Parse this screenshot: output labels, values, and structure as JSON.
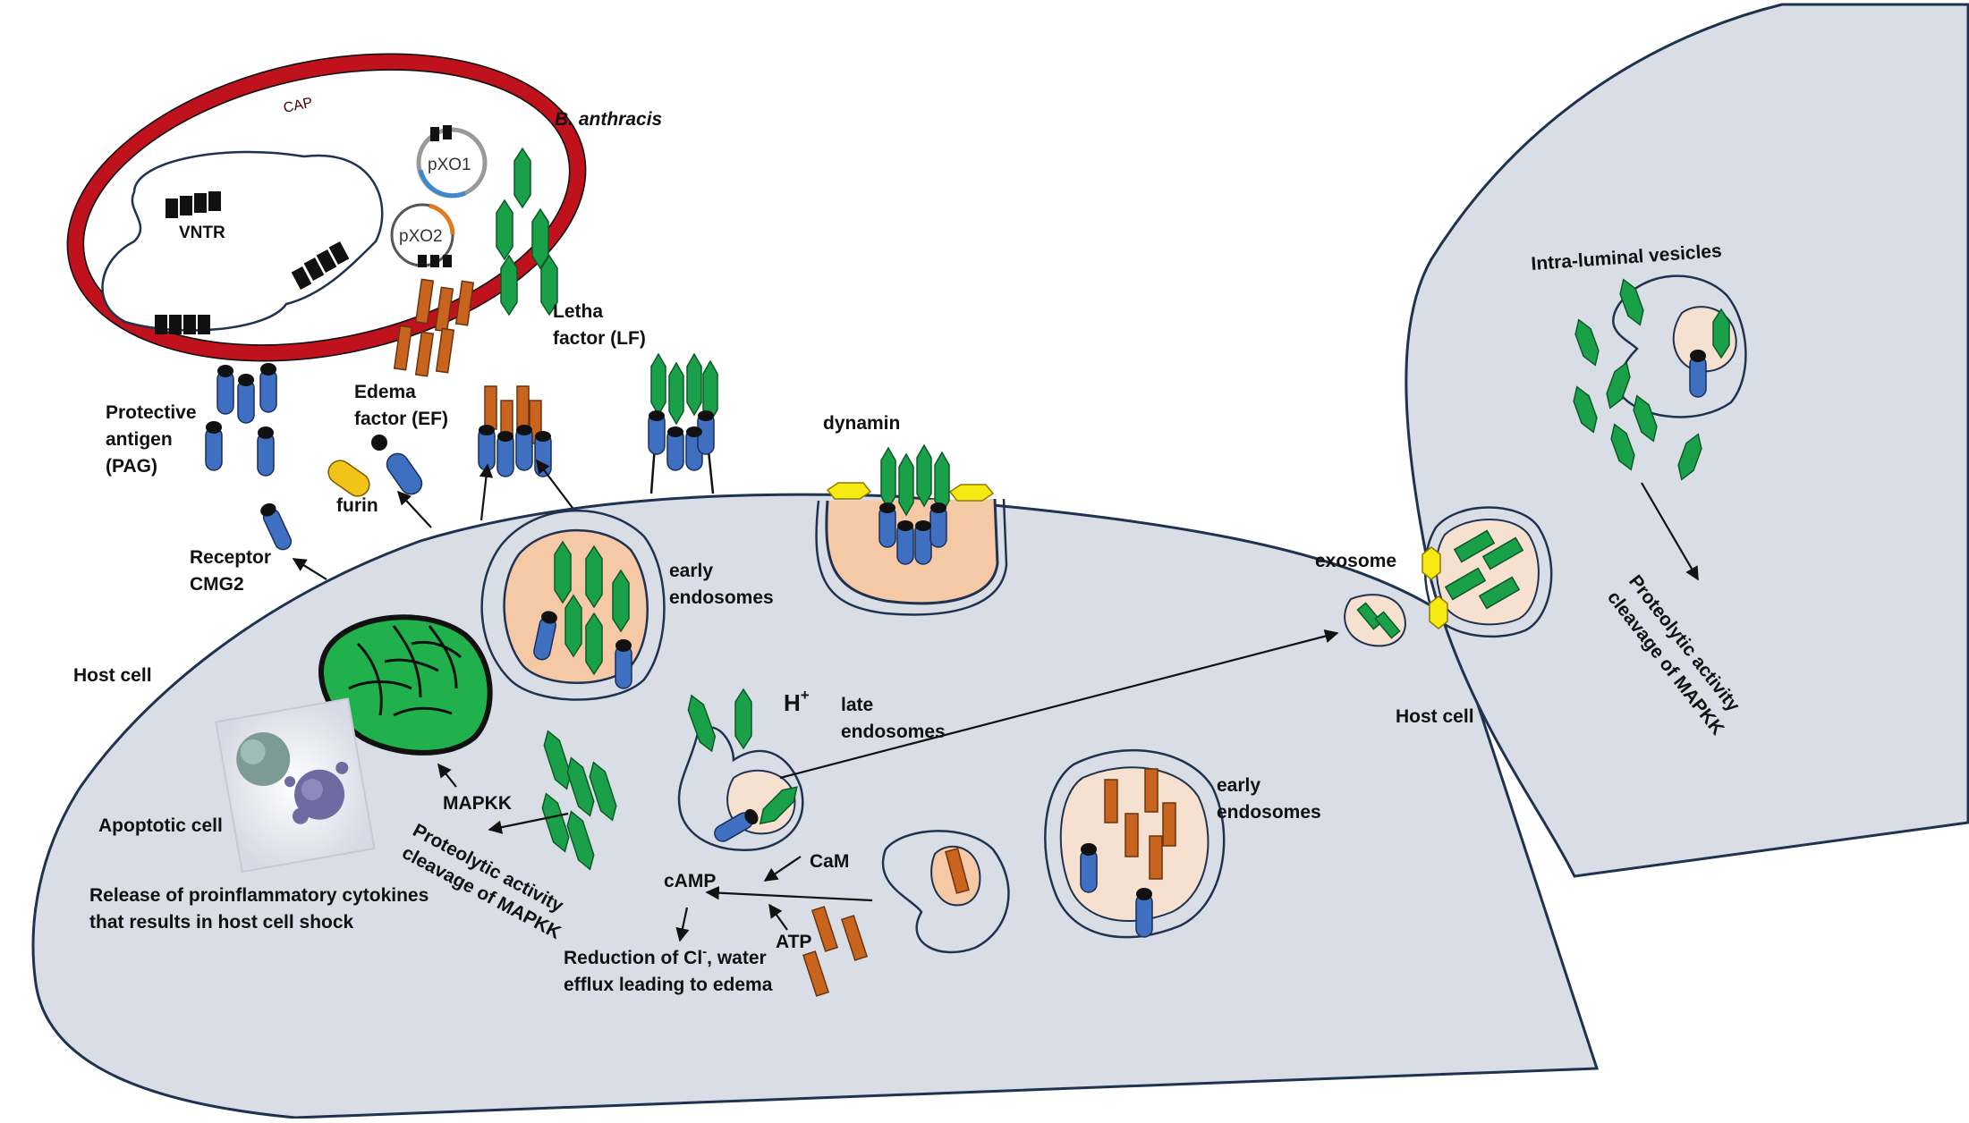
{
  "labels": {
    "b_anthracis": "B. anthracis",
    "cap": "CAP",
    "vntr": "VNTR",
    "pxo1": "pXO1",
    "pxo2": "pXO2",
    "lethal_factor_1": "Letha",
    "lethal_factor_2": "factor (LF)",
    "edema_factor_1": "Edema",
    "edema_factor_2": "factor (EF)",
    "protective_antigen_1": "Protective",
    "protective_antigen_2": "antigen",
    "protective_antigen_3": "(PAG)",
    "furin": "furin",
    "receptor_1": "Receptor",
    "receptor_2": "CMG2",
    "host_cell_left": "Host cell",
    "host_cell_right": "Host cell",
    "dynamin": "dynamin",
    "early_endosomes_top_1": "early",
    "early_endosomes_top_2": "endosomes",
    "h_plus": "H",
    "h_plus_sup": "+",
    "late_endosomes_1": "late",
    "late_endosomes_2": "endosomes",
    "early_endosomes_bottom_1": "early",
    "early_endosomes_bottom_2": "endosomes",
    "mapkk": "MAPKK",
    "proteolytic_left_1": "Proteolytic activity",
    "proteolytic_left_2": "cleavage of MAPKK",
    "apoptotic_cell": "Apoptotic cell",
    "cytokines_1": "Release of proinflammatory cytokines",
    "cytokines_2": "that results in host cell shock",
    "cam": "CaM",
    "camp": "cAMP",
    "atp": "ATP",
    "reduction_1": "Reduction of Cl",
    "reduction_sup": "-",
    "reduction_2": ", water",
    "reduction_3": "efflux leading to edema",
    "exosome": "exosome",
    "intra_luminal": "Intra-luminal vesicles",
    "proteolytic_right_1": "Proteolytic activity",
    "proteolytic_right_2": "cleavage of MAPKK"
  },
  "colors": {
    "cell_fill": "#d9dde6",
    "cell_stroke": "#1f3350",
    "capsule": "#c0121c",
    "lf_green": "#1ba04a",
    "ef_orange": "#c8641e",
    "pa_blue": "#3f6fc0",
    "endosome_fill": "#f6c9a6",
    "endosome_light": "#f6e0cf",
    "dynamin_yellow": "#f6ea12",
    "furin_yellow": "#f2c418",
    "mito_green": "#20b04c"
  }
}
